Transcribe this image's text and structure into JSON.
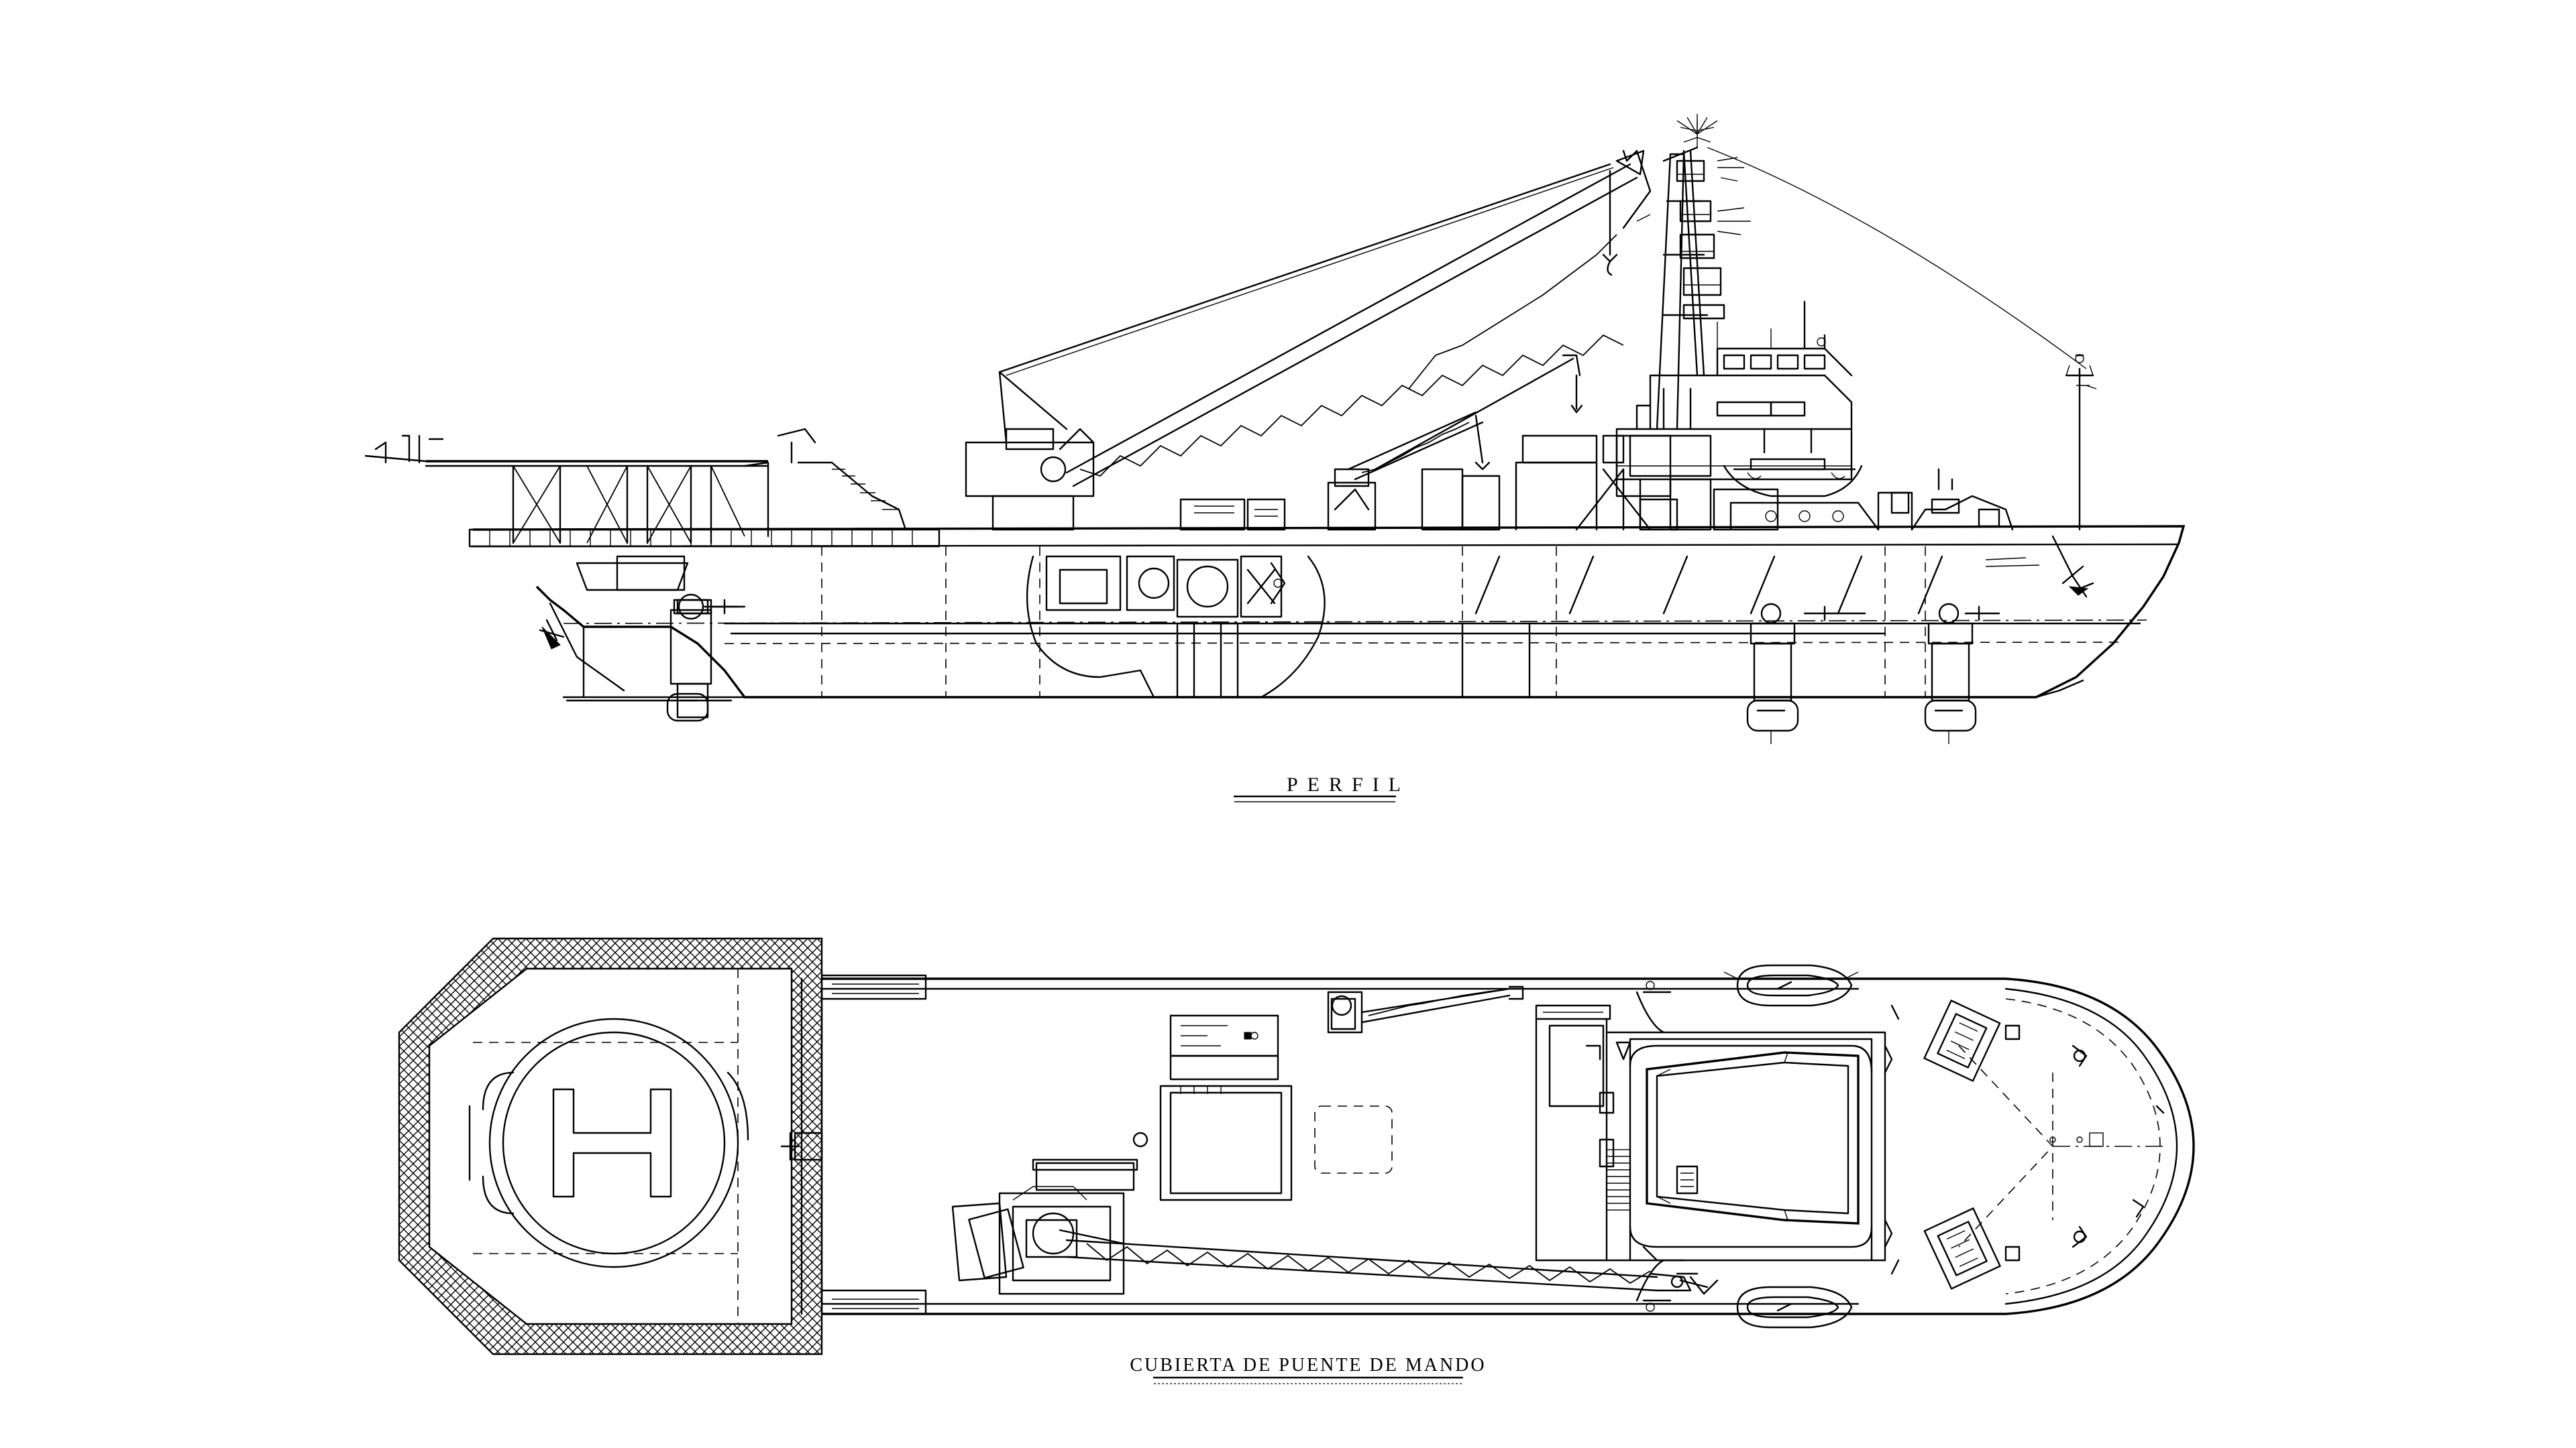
{
  "drawing": {
    "views": [
      {
        "id": "profile",
        "label": "PERFIL"
      },
      {
        "id": "bridge_deck_plan",
        "label": "CUBIERTA DE PUENTE DE MANDO"
      }
    ],
    "helideck_marking": "H",
    "line_color": "#000000",
    "background_color": "#ffffff"
  }
}
